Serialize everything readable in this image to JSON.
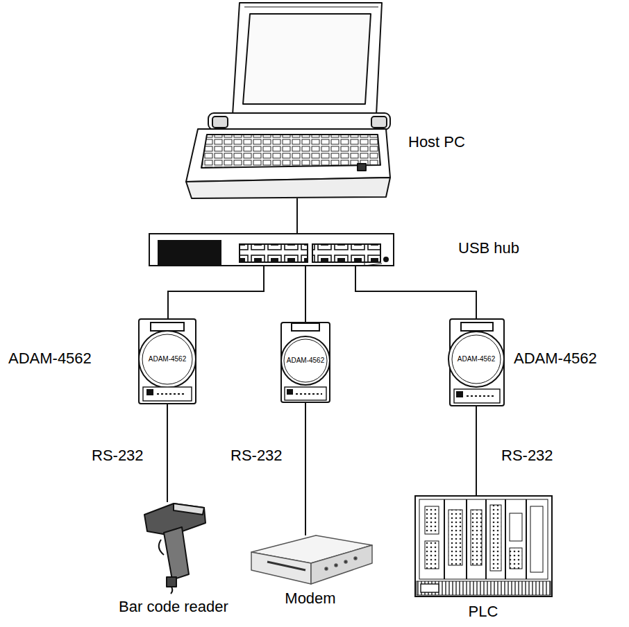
{
  "diagram": {
    "nodes": [
      {
        "text": [
          "Host PC"
        ]
      },
      {
        "text": [
          "USB hub"
        ]
      },
      {
        "text": [
          "ADAM-4562",
          "ADAM-4562"
        ]
      },
      {
        "text": [
          "ADAM-4562"
        ]
      },
      {
        "text": [
          "ADAM-4562",
          "ADAM-4562"
        ]
      },
      {
        "text": [
          "Bar code reader"
        ]
      },
      {
        "text": [
          "Modem"
        ]
      },
      {
        "text": [
          "PLC"
        ]
      }
    ],
    "edges": [
      {
        "from": 0,
        "to": 1,
        "arrow": "none"
      },
      {
        "from": 1,
        "to": 2,
        "arrow": "none"
      },
      {
        "from": 1,
        "to": 3,
        "arrow": "none"
      },
      {
        "from": 1,
        "to": 4,
        "arrow": "none"
      },
      {
        "from": 2,
        "to": 5,
        "label": "RS-232",
        "arrow": "none"
      },
      {
        "from": 3,
        "to": 6,
        "label": "RS-232",
        "arrow": "none"
      },
      {
        "from": 4,
        "to": 7,
        "label": "RS-232",
        "arrow": "none"
      }
    ]
  }
}
